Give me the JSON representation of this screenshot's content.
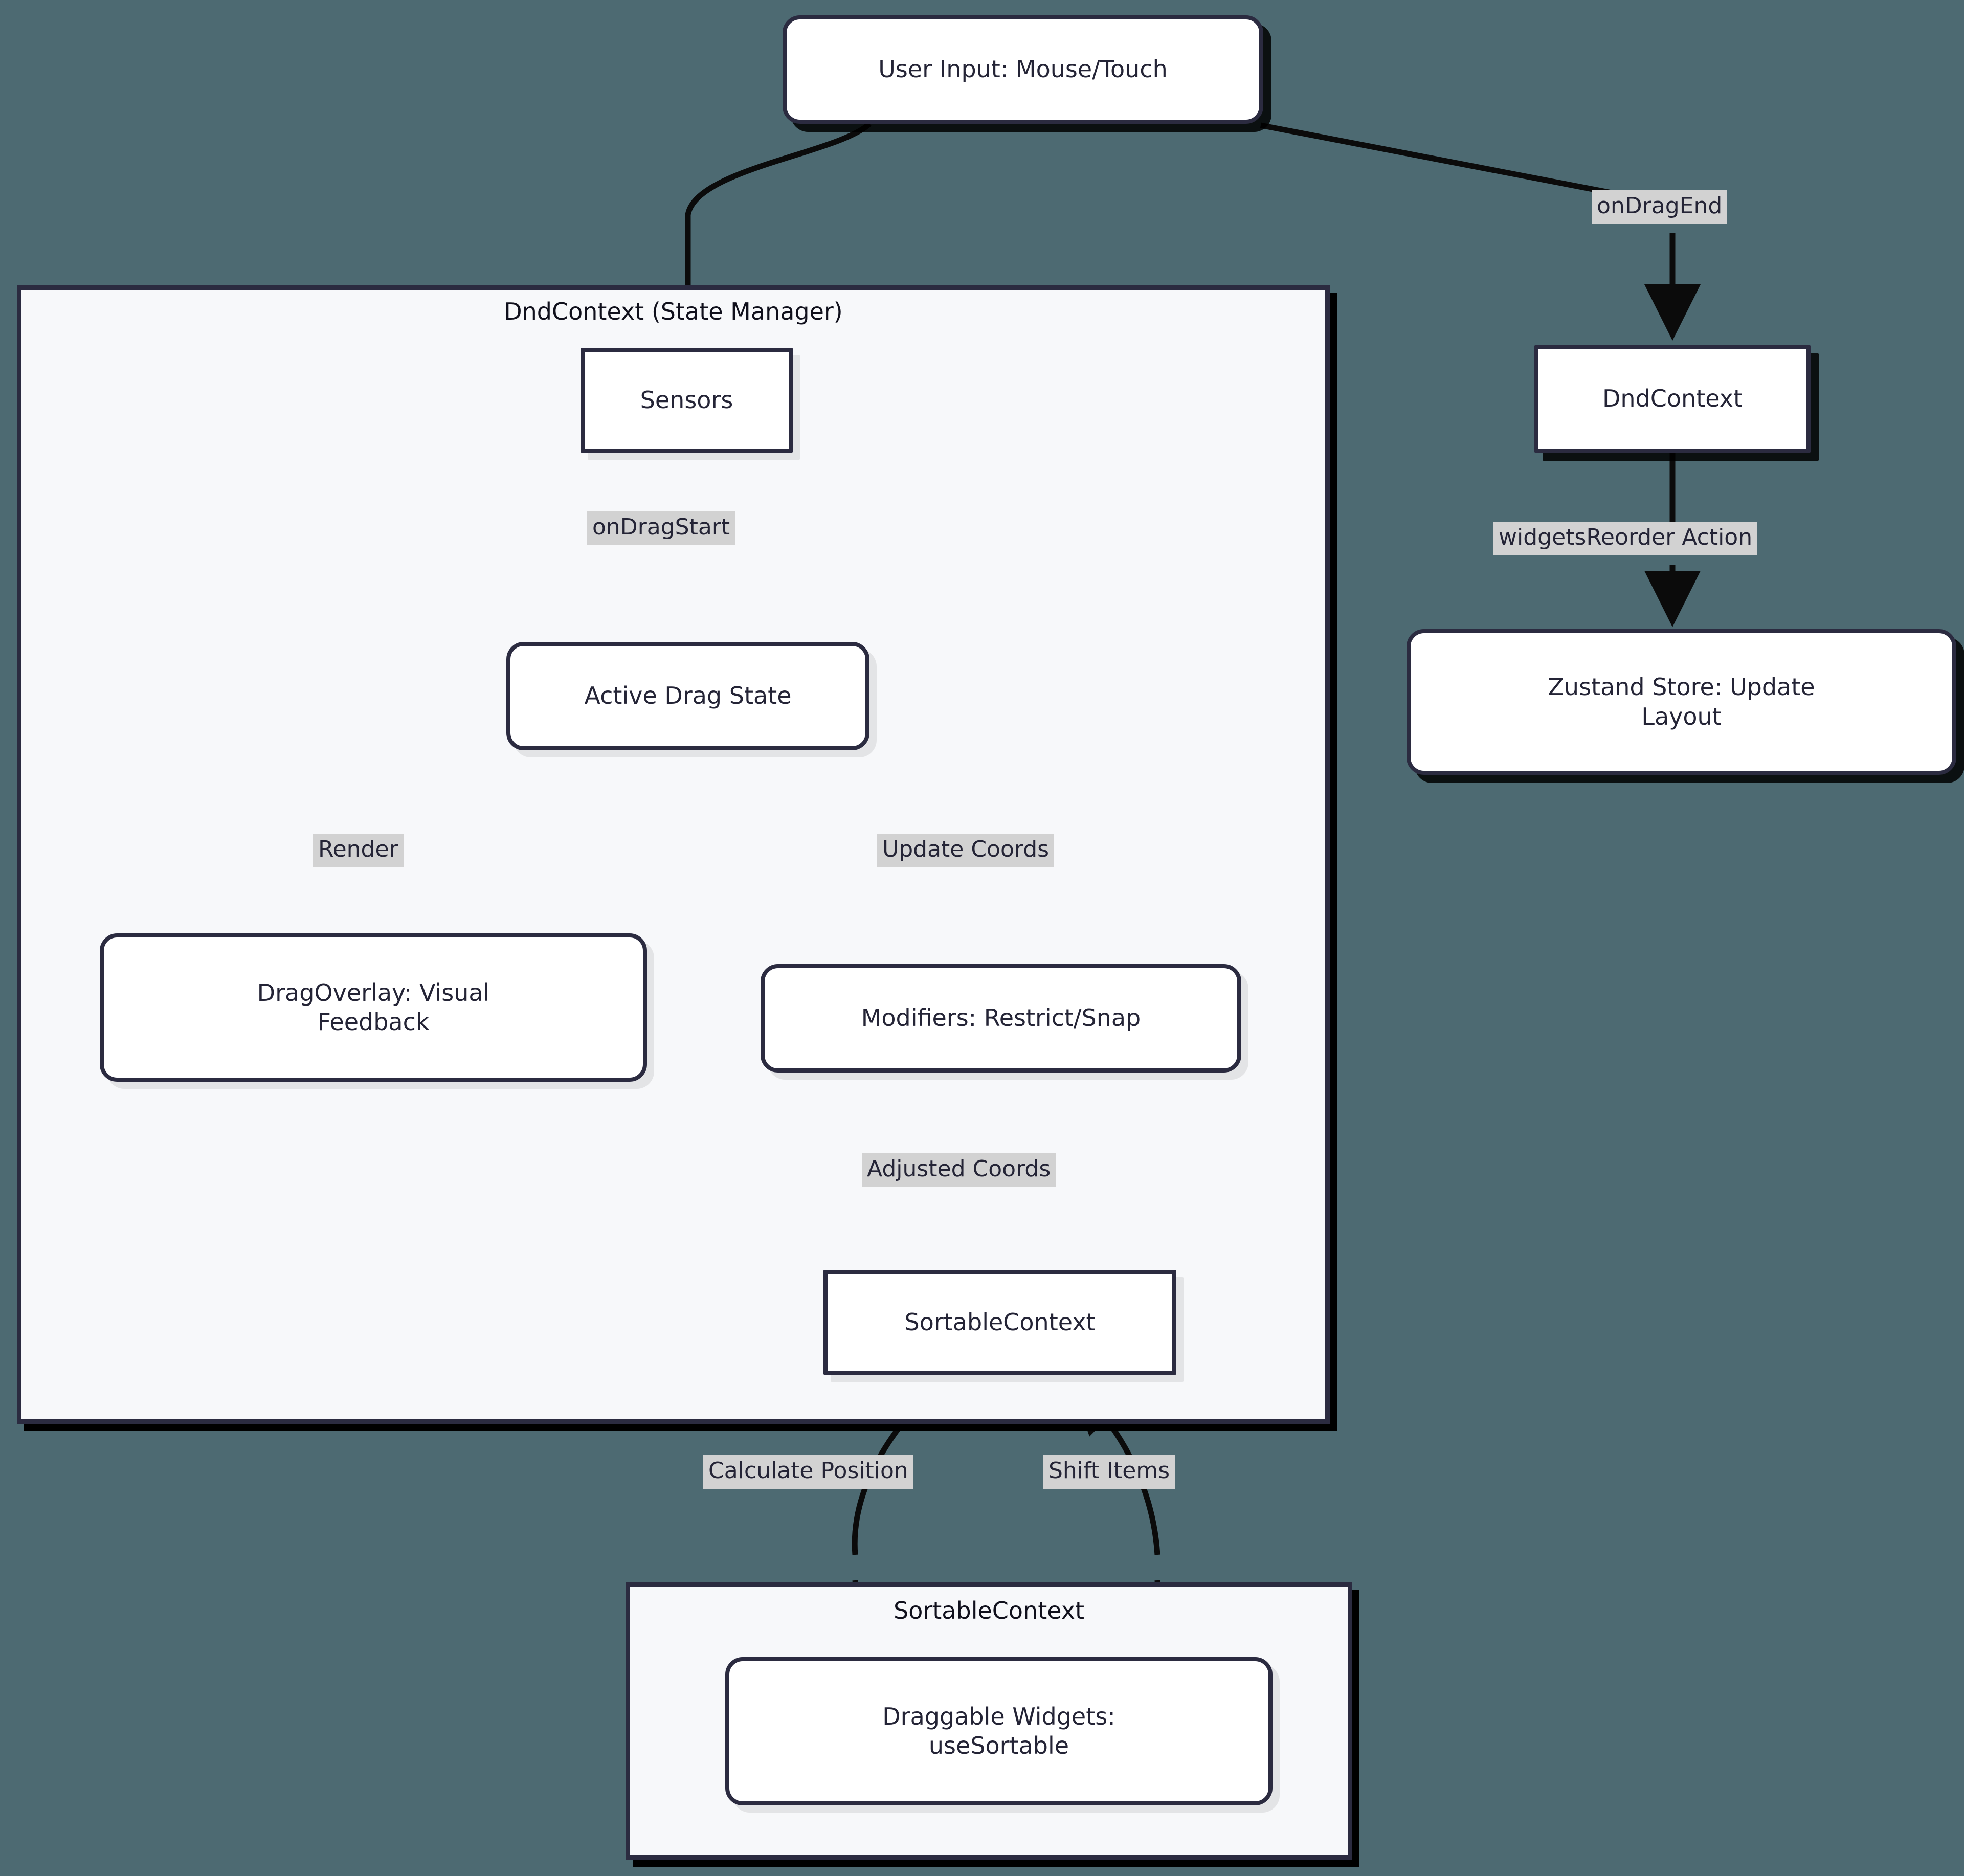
{
  "diagram": {
    "type": "flowchart",
    "direction": "top-down",
    "background_color": "#4d6a72",
    "node_fill": "#ffffff",
    "node_stroke": "#2b2b40",
    "subgraph_fill": "#f7f8fa",
    "edge_label_fill": "#d2d2d2"
  },
  "subgraphs": [
    {
      "id": "dndcontext_sg",
      "title": "DndContext (State Manager)"
    },
    {
      "id": "sortable_sg",
      "title": "SortableContext"
    }
  ],
  "nodes": [
    {
      "id": "user_input",
      "label": "User Input: Mouse/Touch",
      "shape": "rounded"
    },
    {
      "id": "sensors",
      "label": "Sensors",
      "shape": "rect"
    },
    {
      "id": "active_drag",
      "label": "Active Drag State",
      "shape": "rounded"
    },
    {
      "id": "drag_overlay",
      "label": "DragOverlay: Visual Feedback",
      "line1": "DragOverlay: Visual",
      "line2": "Feedback",
      "shape": "rounded"
    },
    {
      "id": "modifiers",
      "label": "Modifiers: Restrict/Snap",
      "shape": "rounded"
    },
    {
      "id": "sortable_ctx",
      "label": "SortableContext",
      "shape": "rect"
    },
    {
      "id": "draggable",
      "label": "Draggable Widgets: useSortable",
      "line1": "Draggable Widgets:",
      "line2": "useSortable",
      "shape": "rounded"
    },
    {
      "id": "dndcontext_end",
      "label": "DndContext",
      "shape": "rect"
    },
    {
      "id": "zustand",
      "label": "Zustand Store: Update Layout",
      "line1": "Zustand Store: Update",
      "line2": "Layout",
      "shape": "rounded"
    }
  ],
  "edges": [
    {
      "from": "user_input",
      "to": "sensors",
      "label": ""
    },
    {
      "from": "user_input",
      "to": "dndcontext_end",
      "label": "onDragEnd"
    },
    {
      "from": "sensors",
      "to": "active_drag",
      "label": "onDragStart"
    },
    {
      "from": "active_drag",
      "to": "drag_overlay",
      "label": "Render"
    },
    {
      "from": "active_drag",
      "to": "modifiers",
      "label": "Update Coords"
    },
    {
      "from": "modifiers",
      "to": "sortable_ctx",
      "label": "Adjusted Coords"
    },
    {
      "from": "sortable_ctx",
      "to": "draggable",
      "label": "Calculate Position"
    },
    {
      "from": "draggable",
      "to": "sortable_ctx",
      "label": "Shift Items"
    },
    {
      "from": "dndcontext_end",
      "to": "zustand",
      "label": "widgetsReorder Action"
    }
  ],
  "edge_labels": {
    "on_drag_end": "onDragEnd",
    "on_drag_start": "onDragStart",
    "render": "Render",
    "update_coords": "Update Coords",
    "adjusted_coords": "Adjusted Coords",
    "calculate_position": "Calculate Position",
    "shift_items": "Shift Items",
    "widgets_reorder_action": "widgetsReorder Action"
  }
}
